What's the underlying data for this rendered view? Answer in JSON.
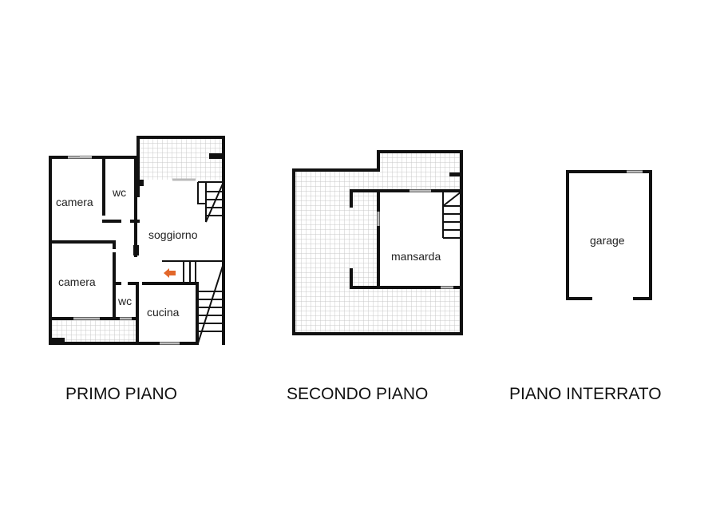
{
  "floors": [
    {
      "title": "PRIMO PIANO",
      "rooms": [
        "camera",
        "wc",
        "soggiorno",
        "camera",
        "wc",
        "cucina"
      ]
    },
    {
      "title": "SECONDO PIANO",
      "rooms": [
        "mansarda"
      ]
    },
    {
      "title": "PIANO INTERRATO",
      "rooms": [
        "garage"
      ]
    }
  ],
  "colors": {
    "wall": "#111111",
    "hatch": "#c8c8c8",
    "arrow": "#e2672a"
  }
}
